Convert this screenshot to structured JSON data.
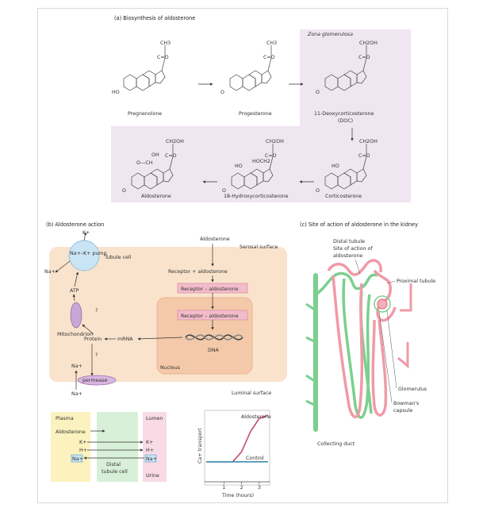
{
  "panel_a": {
    "title": "(a)  Biosynthesis of aldosterone",
    "zone_label": "Zona glomerulosa",
    "compounds": {
      "pregnenolone": "Pregnenolone",
      "progesterone": "Progesterone",
      "doc": "11-Deoxycorticosterone",
      "doc_abbr": "(DOC)",
      "corticosterone": "Corticosterone",
      "hydroxy": "18-Hydroxycorticosterone",
      "aldosterone": "Aldosterone"
    },
    "groups": {
      "ch3": "CH3",
      "ceo": "C=O",
      "ch2oh": "CH2OH",
      "ho": "HO",
      "o": "O",
      "oh": "OH",
      "hoch2": "HOCH2",
      "o_ch": "O—CH"
    }
  },
  "panel_b": {
    "title": "(b)  Aldosterone action",
    "aldosterone": "Aldosterone",
    "serosal": "Serosal surface",
    "luminal": "Luminal surface",
    "tubule_cell": "Tubule cell",
    "pump": "Na+–K+ pump",
    "k_plus": "K+",
    "na_plus": "Na+",
    "atp": "ATP",
    "q": "?",
    "receptor_plus": "Receptor + aldosterone",
    "receptor_complex": "Receptor – aldosterone",
    "receptor_nuclear": "Receptor – aldosterone",
    "mitochondrion": "Mitochondrion",
    "protein": "Protein",
    "mrna": "mRNA",
    "dna": "DNA",
    "nucleus": "Nucleus",
    "permease": "permease"
  },
  "panel_b2": {
    "plasma": "Plasma",
    "lumen": "Lumen",
    "aldosterone": "Aldosterone",
    "k": "K+",
    "h": "H+",
    "na": "Na+",
    "distal": "Distal",
    "tubule_cell": "tubule cell",
    "urine": "Urine"
  },
  "chart_data": {
    "type": "line",
    "ylabel": "Ca+ transport",
    "xlabel": "Time (hours)",
    "x_ticks": [
      "1",
      "2",
      "3"
    ],
    "xlim": [
      0,
      3.5
    ],
    "series": [
      {
        "name": "Aldosterone",
        "color": "#c0506a",
        "x": [
          0,
          1.5,
          2.0,
          2.5,
          3.0,
          3.5
        ],
        "y": [
          0.3,
          0.3,
          0.45,
          0.75,
          0.95,
          1.0
        ]
      },
      {
        "name": "Control",
        "color": "#3f8fb0",
        "x": [
          0,
          3.5
        ],
        "y": [
          0.3,
          0.3
        ]
      }
    ]
  },
  "panel_c": {
    "title": "(c)  Site of action of aldosterone in the kidney",
    "distal_tubule": "Distal tubule",
    "site_of_action": "Site of action of",
    "aldosterone": "aldosterone",
    "proximal": "Proximal tubule",
    "glomerulus": "Glomerulus",
    "bowmans": "Bowman's",
    "capsule": "capsule",
    "collecting": "Collecting duct"
  },
  "colors": {
    "zone_bg": "#efe6f1",
    "cell_bg": "#f9e3cc",
    "nucleus_bg": "#f3c9a9",
    "receptor": "#f2bccb",
    "pump": "#c9e4f5",
    "mito": "#c9a6d6",
    "plasma": "#fbf2bf",
    "distal": "#d8efd8",
    "lumen": "#f8dbe4",
    "kidney_green": "#7ccf8e",
    "kidney_red": "#f09aa7"
  }
}
